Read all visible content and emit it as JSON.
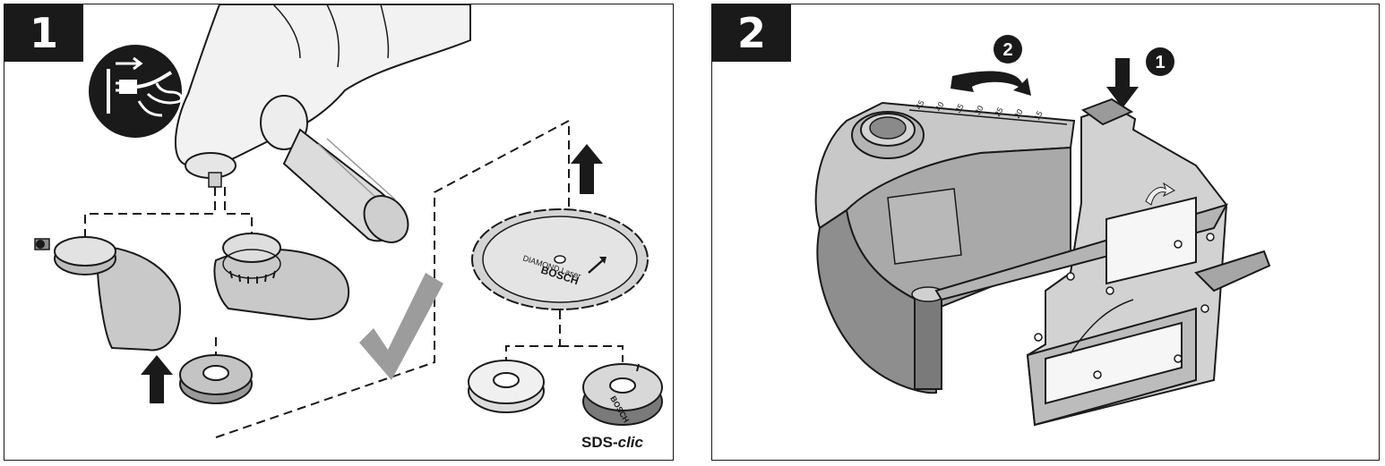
{
  "panels": [
    {
      "step_number": "1",
      "sds_prefix": "SDS-",
      "sds_suffix": "clic",
      "disc_text_1": "BOSCH",
      "disc_text_2": "DIAMOND Laser",
      "nut_text": "BOSCH"
    },
    {
      "step_number": "2",
      "callout_1": "1",
      "callout_2": "2",
      "scale_marks": [
        "45",
        "40",
        "35",
        "30",
        "25",
        "20",
        "15"
      ]
    }
  ],
  "colors": {
    "ink": "#1a1a1a",
    "guard": "#9a9a9a",
    "guard_light": "#c9c9c9",
    "guard_dark": "#6f6f6f",
    "check": "#9c9c9c"
  }
}
